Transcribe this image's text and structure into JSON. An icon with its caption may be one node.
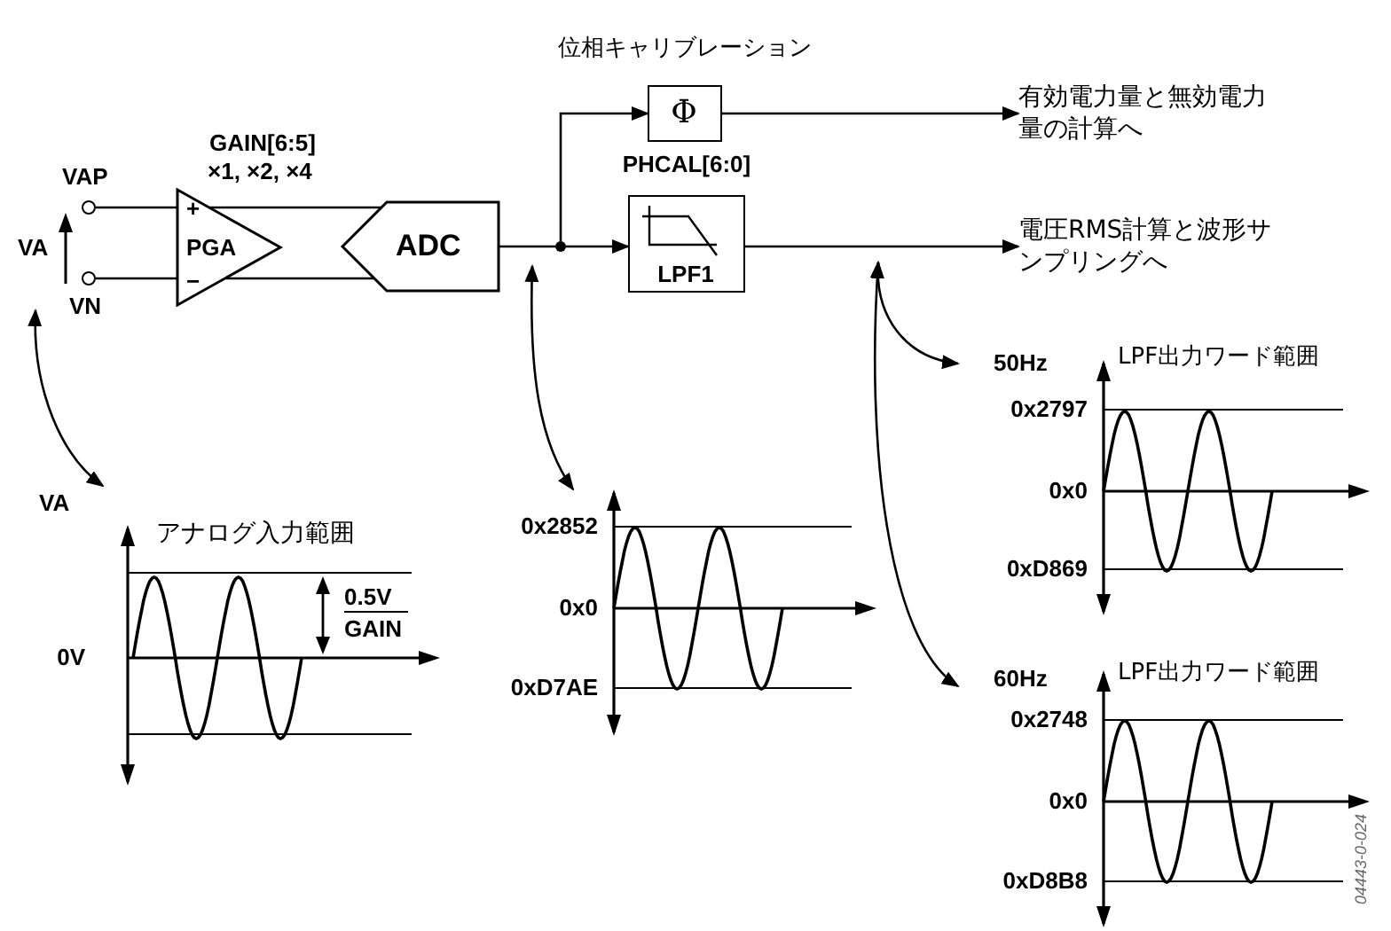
{
  "diagram": {
    "nodes": [
      {
        "text": [
          "+",
          "PGA",
          "−"
        ]
      },
      {
        "text": [
          "ADC"
        ]
      },
      {
        "text": [
          "Φ"
        ],
        "beside": [
          "位相キャリブレーション",
          "PHCAL[6:0]"
        ]
      },
      {
        "text": [
          "LPF1"
        ]
      },
      {
        "text": [],
        "shape": "circle"
      },
      {
        "text": [
          "有効電力量と無効電力量の計算へ"
        ]
      },
      {
        "text": [
          "電圧RMS計算と波形サンプリングへ"
        ]
      },
      {
        "text": [],
        "shape": "circle",
        "beside": [
          "VAP"
        ]
      },
      {
        "text": [],
        "shape": "circle",
        "beside": [
          "VN"
        ]
      },
      {
        "text": [
          "VA",
          "アナログ入力範囲",
          "0.5V",
          "GAIN",
          "0V"
        ]
      },
      {
        "text": [
          "0x2852",
          "0x0",
          "0xD7AE"
        ]
      },
      {
        "text": [
          "50Hz",
          "LPF出力ワード範囲",
          "0x2797",
          "0x0",
          "0xD869"
        ]
      },
      {
        "text": [
          "60Hz",
          "LPF出力ワード範囲",
          "0x2748",
          "0x0",
          "0xD8B8"
        ]
      }
    ],
    "edges": [
      {
        "from": 7,
        "to": 0,
        "arrow": "none"
      },
      {
        "from": 8,
        "to": 0,
        "arrow": "none"
      },
      {
        "from": 0,
        "to": 1,
        "arrow": "none"
      },
      {
        "from": 0,
        "to": 1,
        "arrow": "none"
      },
      {
        "from": 1,
        "to": 4,
        "arrow": "none"
      },
      {
        "from": 4,
        "to": 2,
        "arrow": "to"
      },
      {
        "from": 4,
        "to": 3,
        "arrow": "to"
      },
      {
        "from": 2,
        "to": 5,
        "arrow": "to"
      },
      {
        "from": 3,
        "to": 6,
        "arrow": "to"
      },
      {
        "from": 8,
        "to": 9,
        "arrow": "both"
      },
      {
        "from": 1,
        "to": 10,
        "arrow": "both"
      },
      {
        "from": null,
        "to": 11,
        "arrow": "both"
      },
      {
        "from": null,
        "to": 12,
        "arrow": "both"
      }
    ],
    "labels": [
      "VA",
      "GAIN[6:5]",
      "×1, ×2, ×4",
      "04443-0-024"
    ]
  }
}
